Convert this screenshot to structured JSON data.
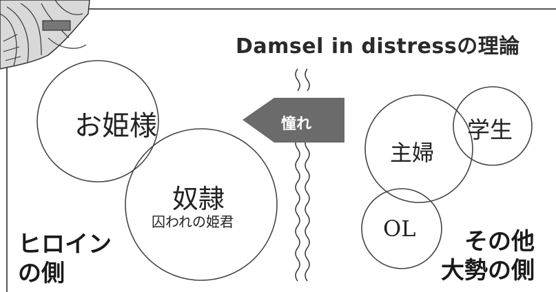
{
  "title": "Damsel in distressの理論",
  "arrow_label": "憧れ",
  "left_group": {
    "label_line1": "ヒロイン",
    "label_line2": "の側",
    "circles": [
      {
        "label": "お姫様"
      },
      {
        "label": "奴隷",
        "sublabel": "囚われの姫君"
      }
    ]
  },
  "right_group": {
    "label_line1": "その他",
    "label_line2": "大勢の側",
    "circles": [
      {
        "label": "主婦"
      },
      {
        "label": "学生"
      },
      {
        "label": "OL"
      }
    ]
  },
  "colors": {
    "line": "#444444",
    "arrow_fill": "#6b6b6b",
    "text": "#222222"
  },
  "icons": {
    "corner": "illustration-fragment"
  }
}
